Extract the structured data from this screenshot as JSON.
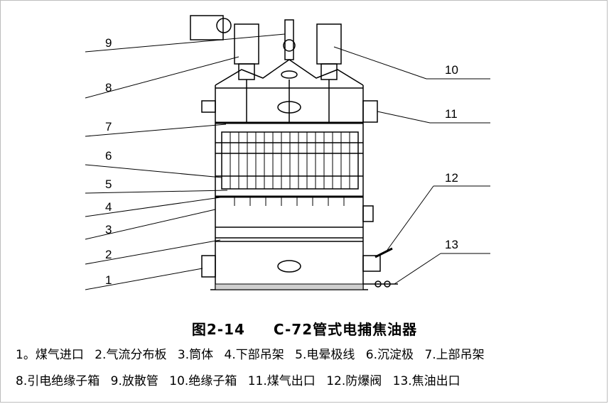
{
  "callouts": {
    "n1": "1",
    "n2": "2",
    "n3": "3",
    "n4": "4",
    "n5": "5",
    "n6": "6",
    "n7": "7",
    "n8": "8",
    "n9": "9",
    "n10": "10",
    "n11": "11",
    "n12": "12",
    "n13": "13"
  },
  "caption": {
    "figure": "图2-14",
    "title": "C-72管式电捕焦油器"
  },
  "legend": {
    "line1": [
      "1。煤气进口",
      "2.气流分布板",
      "3.筒体",
      "4.下部吊架",
      "5.电晕极线",
      "6.沉淀极",
      "7.上部吊架"
    ],
    "line2": [
      "8.引电绝缘子箱",
      "9.放散管",
      "10.绝缘子箱",
      "11.煤气出口",
      "12.防爆阀",
      "13.焦油出口"
    ]
  }
}
